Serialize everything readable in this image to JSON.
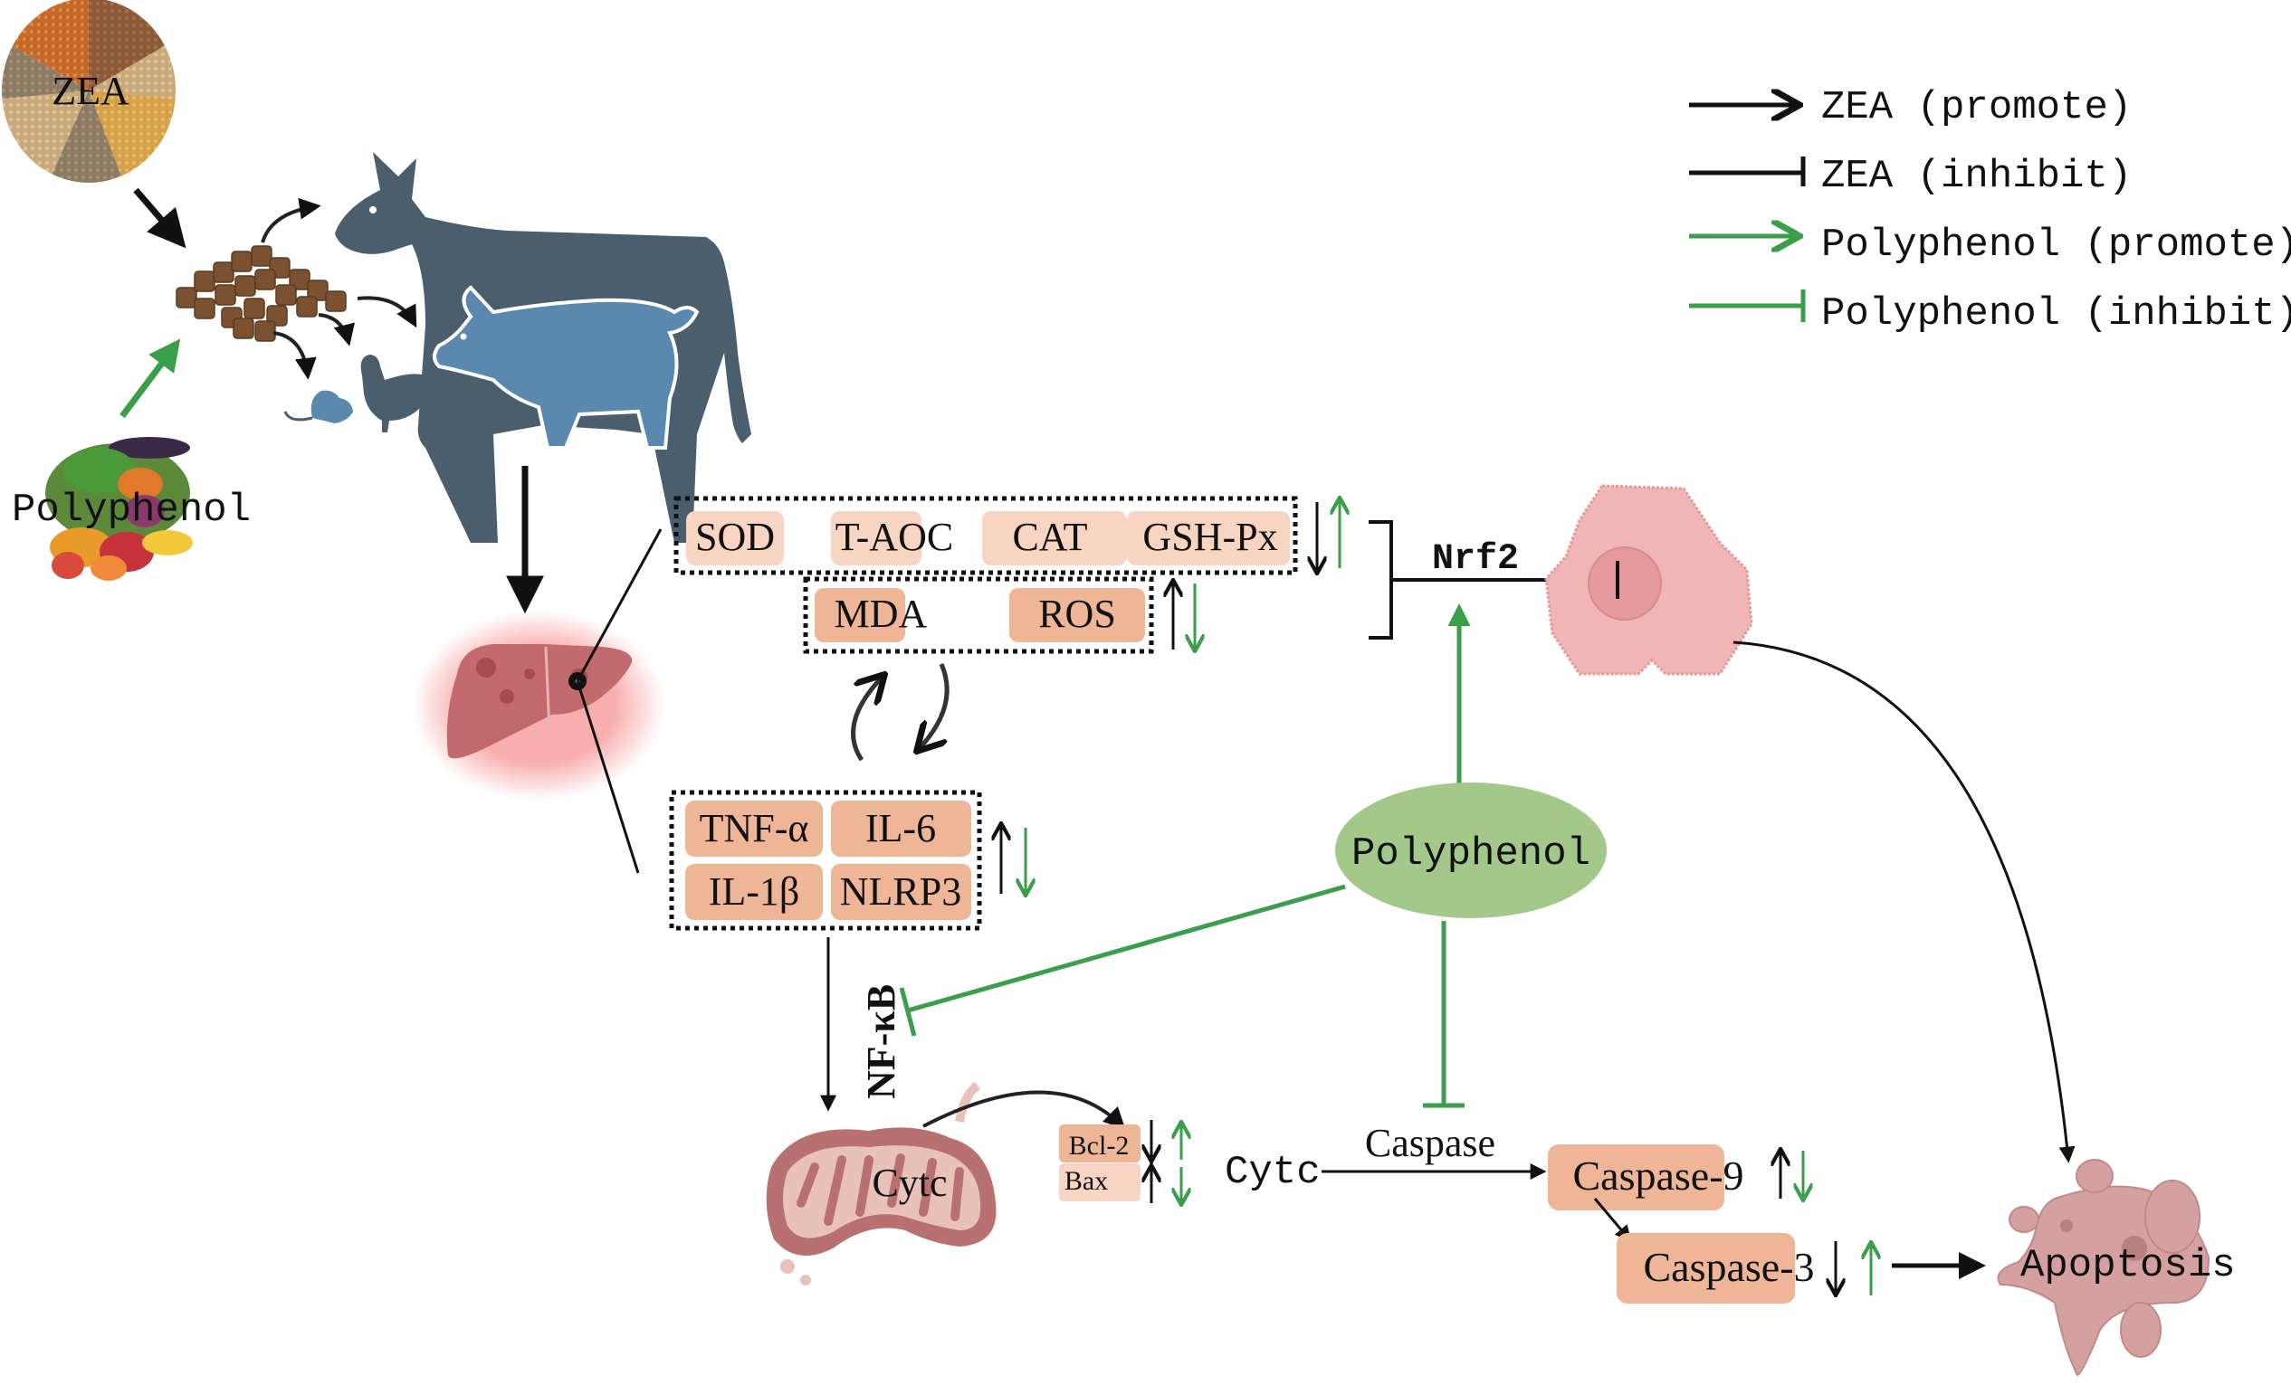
{
  "title": "ZEA-induced hepatotoxicity and polyphenol protective mechanism",
  "colors": {
    "zea": "#111111",
    "polyphenol": "#3a9e4a",
    "box_light": "#f8d4c2",
    "box_dark": "#efb597",
    "cell": "#f1b5b5",
    "ellipse": "#a3c98a",
    "cow": "#4a5e6e",
    "pig": "#5a88ae"
  },
  "legend": [
    {
      "label": "ZEA (promote)",
      "color": "black",
      "type": "promote"
    },
    {
      "label": "ZEA (inhibit)",
      "color": "black",
      "type": "inhibit"
    },
    {
      "label": "Polyphenol (promote)",
      "color": "green",
      "type": "promote"
    },
    {
      "label": "Polyphenol (inhibit)",
      "color": "green",
      "type": "inhibit"
    }
  ],
  "sources": {
    "zea_label": "ZEA",
    "polyphenol_label": "Polyphenol"
  },
  "antioxidants": {
    "items": [
      "SOD",
      "T-AOC",
      "CAT",
      "GSH-Px"
    ],
    "zea_effect": "down",
    "polyphenol_effect": "up"
  },
  "oxidants": {
    "items": [
      "MDA",
      "ROS"
    ],
    "zea_effect": "up",
    "polyphenol_effect": "down"
  },
  "nrf2": {
    "label": "Nrf2"
  },
  "inflammation": {
    "items": [
      "TNF-α",
      "IL-6",
      "IL-1β",
      "NLRP3"
    ],
    "zea_effect": "up",
    "polyphenol_effect": "down"
  },
  "nfkb": {
    "label": "NF-κB"
  },
  "center_polyphenol": {
    "label": "Polyphenol"
  },
  "mitochondria": {
    "label": "Cytc"
  },
  "bcl": {
    "items": [
      {
        "label": "Bcl-2",
        "zea_effect": "down",
        "polyphenol_effect": "up"
      },
      {
        "label": "Bax",
        "zea_effect": "up",
        "polyphenol_effect": "down"
      }
    ]
  },
  "cytc_released": {
    "label": "Cytc"
  },
  "caspase_pathway": {
    "label": "Caspase"
  },
  "caspase9": {
    "label": "Caspase-9",
    "zea_effect": "up",
    "polyphenol_effect": "down"
  },
  "caspase3": {
    "label": "Caspase-3",
    "zea_effect": "down",
    "polyphenol_effect": "up"
  },
  "apoptosis": {
    "label": "Apoptosis"
  }
}
